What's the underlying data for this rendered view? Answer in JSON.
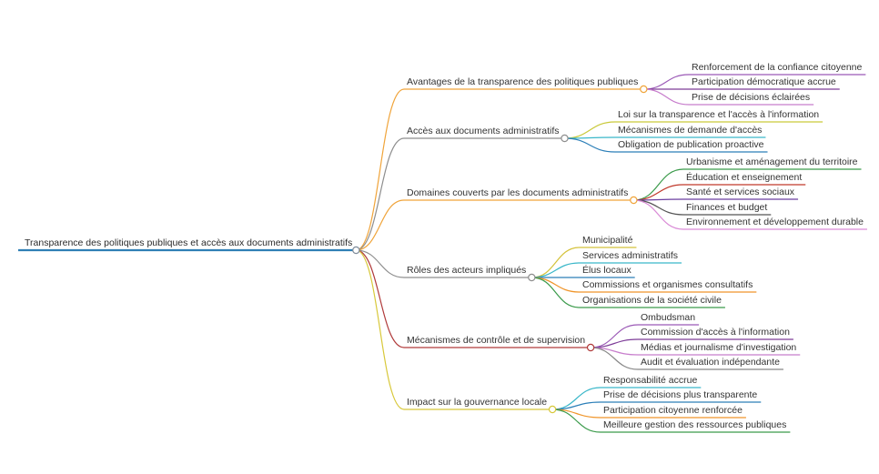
{
  "root": {
    "label": "Transparence des politiques publiques et accès aux documents administratifs",
    "color": "#2f7fb5"
  },
  "branches": [
    {
      "label": "Avantages de la transparence des politiques publiques",
      "color": "#f0a43a",
      "children": [
        {
          "label": "Renforcement de la confiance citoyenne",
          "color": "#9b59b6"
        },
        {
          "label": "Participation démocratique accrue",
          "color": "#7d3c98"
        },
        {
          "label": "Prise de décisions éclairées",
          "color": "#c77dcc"
        }
      ]
    },
    {
      "label": "Accès aux documents administratifs",
      "color": "#8e8e8e",
      "children": [
        {
          "label": "Loi sur la transparence et l'accès à l'information",
          "color": "#c9c93a"
        },
        {
          "label": "Mécanismes de demande d'accès",
          "color": "#3ab7c9"
        },
        {
          "label": "Obligation de publication proactive",
          "color": "#2c7fb8"
        }
      ]
    },
    {
      "label": "Domaines couverts par les documents administratifs",
      "color": "#f0a43a",
      "children": [
        {
          "label": "Urbanisme et aménagement du territoire",
          "color": "#3a9a4a"
        },
        {
          "label": "Éducation et enseignement",
          "color": "#c0392b"
        },
        {
          "label": "Santé et services sociaux",
          "color": "#6b3fa0"
        },
        {
          "label": "Finances et budget",
          "color": "#555555"
        },
        {
          "label": "Environnement et développement durable",
          "color": "#d98ad6"
        }
      ]
    },
    {
      "label": "Rôles des acteurs impliqués",
      "color": "#8e8e8e",
      "children": [
        {
          "label": "Municipalité",
          "color": "#d4c23a"
        },
        {
          "label": "Services administratifs",
          "color": "#3ab7c9"
        },
        {
          "label": "Élus locaux",
          "color": "#2c7fb8"
        },
        {
          "label": "Commissions et organismes consultatifs",
          "color": "#f0952a"
        },
        {
          "label": "Organisations de la société civile",
          "color": "#3a9a4a"
        }
      ]
    },
    {
      "label": "Mécanismes de contrôle et de supervision",
      "color": "#b03a3a",
      "children": [
        {
          "label": "Ombudsman",
          "color": "#9b59b6"
        },
        {
          "label": "Commission d'accès à l'information",
          "color": "#7d3c98"
        },
        {
          "label": "Médias et journalisme d'investigation",
          "color": "#c77dcc"
        },
        {
          "label": "Audit et évaluation indépendante",
          "color": "#888888"
        }
      ]
    },
    {
      "label": "Impact sur la gouvernance locale",
      "color": "#d8c83a",
      "children": [
        {
          "label": "Responsabilité accrue",
          "color": "#3ab7c9"
        },
        {
          "label": "Prise de décisions plus transparente",
          "color": "#2c7fb8"
        },
        {
          "label": "Participation citoyenne renforcée",
          "color": "#f0952a"
        },
        {
          "label": "Meilleure gestion des ressources publiques",
          "color": "#3a9a4a"
        }
      ]
    }
  ]
}
